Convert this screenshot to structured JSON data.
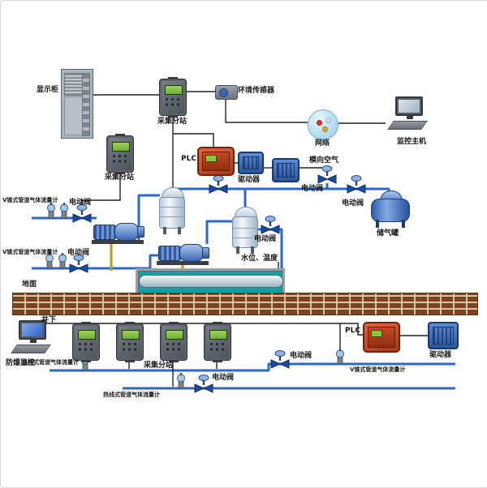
{
  "labels": {
    "display_cabinet": "显示柜",
    "collection_substation": "采集分站",
    "env_sensor": "环境传感器",
    "network": "网络",
    "monitor_host": "监控主机",
    "plc": "PLC",
    "driver": "驱动器",
    "lateral_air": "模向空气",
    "electric_valve": "电动阀",
    "gas_storage_tank": "储气罐",
    "v_cone_flowmeter": "V锥式管道气体流量计",
    "hotwire_flowmeter": "热线式管道气体流量计",
    "water_level_temp": "水位、温度",
    "ground": "地面",
    "underground": "井下",
    "exproof_monitor": "防爆监控"
  },
  "colors": {
    "gas_pipe_blue": "#2f66c8",
    "signal_line_black": "#222222",
    "pool_water_teal": "#0fa3a3",
    "plc_enclosure_red": "#c2471f",
    "driver_enclosure_blue": "#3b6ac0",
    "controller_screen_green": "#86c540",
    "drain_pipe_yellow": "#b09a28",
    "brick_ground_brown": "#7a4420"
  }
}
